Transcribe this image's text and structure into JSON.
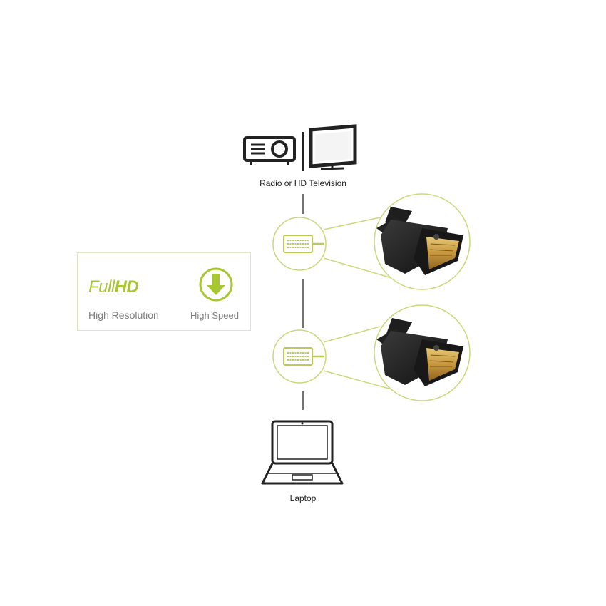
{
  "devices": {
    "top_caption": "Radio or HD Television",
    "bottom_caption": "Laptop"
  },
  "features": {
    "logo_light": "Full",
    "logo_bold": "HD",
    "resolution_label": "High Resolution",
    "speed_label": "High Speed"
  },
  "colors": {
    "accent": "#a8c630",
    "accent_light": "#d4e3a0",
    "line": "#444444",
    "plug_gold": "#cfa04a",
    "plug_black": "#1e1e1e"
  }
}
